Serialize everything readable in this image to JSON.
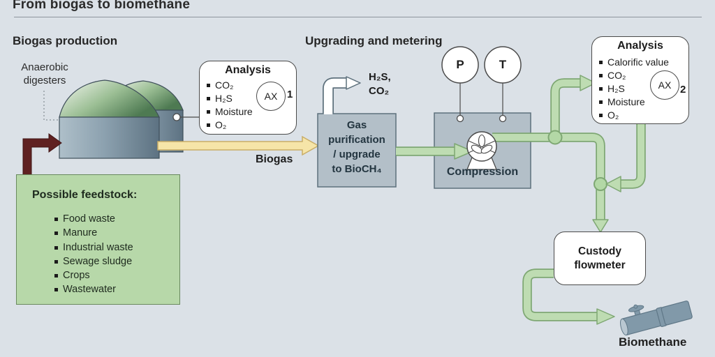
{
  "header": {
    "title": "From biogas to biomethane"
  },
  "sections": {
    "production": "Biogas production",
    "upgrading": "Upgrading and metering"
  },
  "digesters": {
    "label_line1": "Anaerobic",
    "label_line2": "digesters"
  },
  "feedstock": {
    "title": "Possible feedstock:",
    "items": [
      "Food waste",
      "Manure",
      "Industrial waste",
      "Sewage sludge",
      "Crops",
      "Wastewater"
    ]
  },
  "analysis1": {
    "title": "Analysis",
    "items": [
      "CO₂",
      "H₂S",
      "Moisture",
      "O₂"
    ],
    "instrument": "AX",
    "index": "1"
  },
  "analysis2": {
    "title": "Analysis",
    "items": [
      "Calorific value",
      "CO₂",
      "H₂S",
      "Moisture",
      "O₂"
    ],
    "instrument": "AX",
    "index": "2"
  },
  "flows": {
    "biogas": "Biogas",
    "offgas_line1": "H₂S,",
    "offgas_line2": "CO₂",
    "biomethane": "Biomethane"
  },
  "process": {
    "purification_line1": "Gas",
    "purification_line2": "purification",
    "purification_line3": "/ upgrade",
    "purification_line4": "to BioCH₄",
    "compression": "Compression",
    "custody": "Custody flowmeter",
    "pressure": "P",
    "temperature": "T"
  },
  "colors": {
    "background": "#dbe1e7",
    "panel-gray": "#b3bfc8",
    "panel-gray-border": "#5d707c",
    "pipe-green": "#bedcb2",
    "pipe-green-border": "#7ea773",
    "junction-green": "#b3d8a6",
    "biogas-yellow": "#f6e5a8",
    "biogas-yellow-border": "#c9ad67",
    "feedstock-green": "#b7d8a9",
    "feedstock-green-border": "#69895e",
    "feedstock-maroon": "#5f2121",
    "steel-blue": "#8199a9",
    "text-dark": "#1f1f1f"
  }
}
